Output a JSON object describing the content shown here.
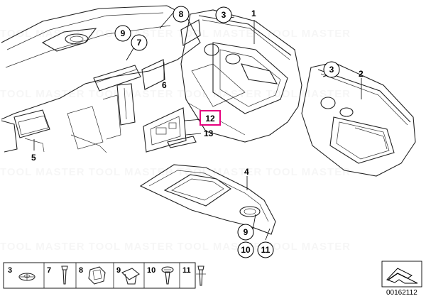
{
  "callouts": {
    "n1": "1",
    "n2": "2",
    "n3a": "3",
    "n3b": "3",
    "n4": "4",
    "n5": "5",
    "n6": "6",
    "n7": "7",
    "n8": "8",
    "n9a": "9",
    "n9b": "9",
    "n10": "10",
    "n11": "11",
    "n12": "12",
    "n13": "13"
  },
  "legend": {
    "items": [
      {
        "num": "3",
        "icon": "clip-disc-icon"
      },
      {
        "num": "7",
        "icon": "expanding-rivet-icon"
      },
      {
        "num": "8",
        "icon": "spring-clip-icon"
      },
      {
        "num": "9",
        "icon": "clip-nut-icon"
      },
      {
        "num": "10",
        "icon": "screw-icon"
      },
      {
        "num": "11",
        "icon": "expanding-rivet-long-icon"
      }
    ]
  },
  "catalog_number": "00162112",
  "highlight_color": "#e6007e",
  "icons": [
    "arrow-direction-icon"
  ]
}
